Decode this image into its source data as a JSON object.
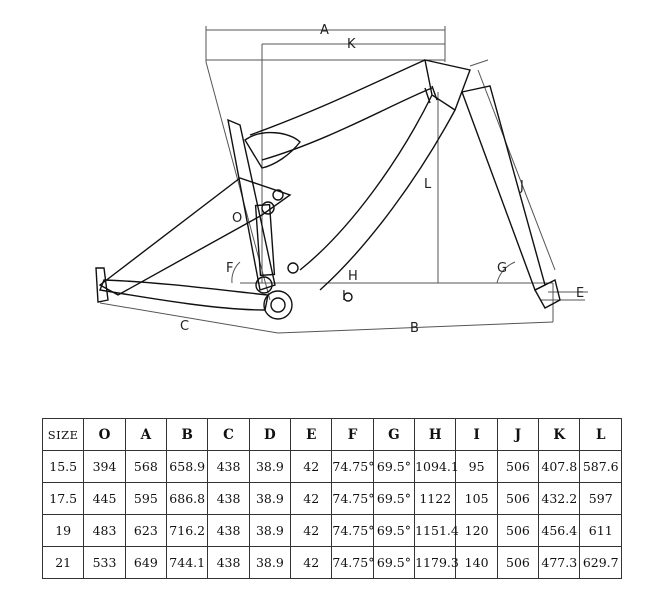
{
  "dimension_letters": {
    "A": "A",
    "K": "K",
    "L": "L",
    "J": "J",
    "O": "O",
    "F": "F",
    "G": "G",
    "H": "H",
    "I": "I",
    "C": "C",
    "B": "B",
    "E": "E"
  },
  "table": {
    "columns": [
      "SIZE",
      "O",
      "A",
      "B",
      "C",
      "D",
      "E",
      "F",
      "G",
      "H",
      "I",
      "J",
      "K",
      "L"
    ],
    "rows": [
      [
        "15.5",
        "394",
        "568",
        "658.9",
        "438",
        "38.9",
        "42",
        "74.75°",
        "69.5°",
        "1094.1",
        "95",
        "506",
        "407.8",
        "587.6"
      ],
      [
        "17.5",
        "445",
        "595",
        "686.8",
        "438",
        "38.9",
        "42",
        "74.75°",
        "69.5°",
        "1122",
        "105",
        "506",
        "432.2",
        "597"
      ],
      [
        "19",
        "483",
        "623",
        "716.2",
        "438",
        "38.9",
        "42",
        "74.75°",
        "69.5°",
        "1151.4",
        "120",
        "506",
        "456.4",
        "611"
      ],
      [
        "21",
        "533",
        "649",
        "744.1",
        "438",
        "38.9",
        "42",
        "74.75°",
        "69.5°",
        "1179.3",
        "140",
        "506",
        "477.3",
        "629.7"
      ]
    ]
  }
}
